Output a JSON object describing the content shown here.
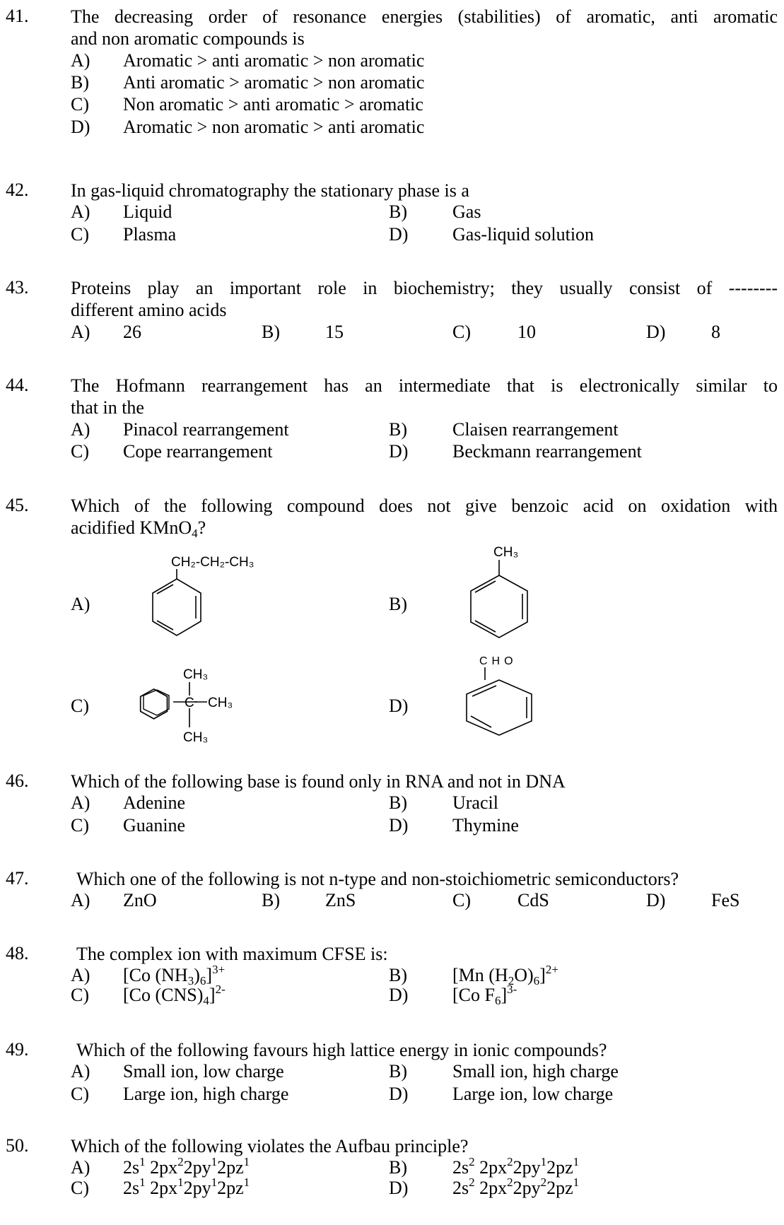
{
  "questions": [
    {
      "num": "41.",
      "stem_line1": "The decreasing order of resonance energies (stabilities) of aromatic, anti aromatic",
      "stem_line2": "and non aromatic compounds is",
      "options": [
        {
          "label": "A)",
          "text": "Aromatic  > anti aromatic > non aromatic"
        },
        {
          "label": "B)",
          "text": "Anti aromatic > aromatic > non aromatic"
        },
        {
          "label": "C)",
          "text": "Non aromatic > anti aromatic > aromatic"
        },
        {
          "label": "D)",
          "text": "Aromatic > non aromatic > anti aromatic"
        }
      ]
    },
    {
      "num": "42.",
      "stem": "In gas-liquid chromatography the stationary phase is a",
      "options": [
        {
          "label": "A)",
          "text": "Liquid"
        },
        {
          "label": "B)",
          "text": "Gas"
        },
        {
          "label": "C)",
          "text": "Plasma"
        },
        {
          "label": "D)",
          "text": "Gas-liquid solution"
        }
      ]
    },
    {
      "num": "43.",
      "stem_line1": "Proteins play an important role in biochemistry; they usually consist of --------",
      "stem_line2": "different amino acids",
      "options": [
        {
          "label": "A)",
          "text": "26"
        },
        {
          "label": "B)",
          "text": "15"
        },
        {
          "label": "C)",
          "text": "10"
        },
        {
          "label": "D)",
          "text": "8"
        }
      ]
    },
    {
      "num": "44.",
      "stem_line1": "The Hofmann rearrangement has an intermediate that is electronically similar to",
      "stem_line2": "that in the",
      "options": [
        {
          "label": "A)",
          "text": "Pinacol rearrangement"
        },
        {
          "label": "B)",
          "text": "Claisen rearrangement"
        },
        {
          "label": "C)",
          "text": "Cope rearrangement"
        },
        {
          "label": "D)",
          "text": "Beckmann rearrangement"
        }
      ]
    },
    {
      "num": "45.",
      "stem_line1": "Which of the following compound does not give benzoic acid on oxidation with",
      "stem_line2_a": "acidified KMnO",
      "stem_line2_sub": "4",
      "stem_line2_b": "?",
      "options": [
        {
          "label": "A)",
          "substituent": "CH₂-CH₂-CH₃"
        },
        {
          "label": "B)",
          "substituent": "CH₃"
        },
        {
          "label": "C)",
          "substituent": "CH₃",
          "center": "C",
          "right": "CH₃",
          "bottom": "CH₃"
        },
        {
          "label": "D)",
          "substituent": "CHO"
        }
      ]
    },
    {
      "num": "46.",
      "stem": "Which of the following base is found only in RNA and not in DNA",
      "options": [
        {
          "label": "A)",
          "text": "Adenine"
        },
        {
          "label": "B)",
          "text": "Uracil"
        },
        {
          "label": "C)",
          "text": "Guanine"
        },
        {
          "label": "D)",
          "text": "Thymine"
        }
      ]
    },
    {
      "num": "47.",
      "stem": "Which one of the following is not n-type and non-stoichiometric semiconductors?",
      "options": [
        {
          "label": "A)",
          "text": "ZnO"
        },
        {
          "label": "B)",
          "text": "ZnS"
        },
        {
          "label": "C)",
          "text": "CdS"
        },
        {
          "label": "D)",
          "text": "FeS"
        }
      ]
    },
    {
      "num": "48.",
      "stem": "The complex ion with maximum CFSE is:",
      "options": [
        {
          "label": "A)",
          "p1": "[Co (NH",
          "s1": "3",
          "p2": ")",
          "s2": "6",
          "p3": "]",
          "sup": "3+"
        },
        {
          "label": "B)",
          "p1": "[Mn (H",
          "s1": "2",
          "p2": "O)",
          "s2": "6",
          "p3": "]",
          "sup": "2+"
        },
        {
          "label": "C)",
          "p1": "[Co (CNS)",
          "s1": "4",
          "p2": "]",
          "sup": "2-"
        },
        {
          "label": "D)",
          "p1": "[Co F",
          "s1": "6",
          "p2": "]",
          "sup": "3-"
        }
      ]
    },
    {
      "num": "49.",
      "stem": "Which of the following favours high lattice energy in ionic compounds?",
      "options": [
        {
          "label": "A)",
          "text": "Small ion, low charge"
        },
        {
          "label": "B)",
          "text": "Small ion, high charge"
        },
        {
          "label": "C)",
          "text": "Large ion, high charge"
        },
        {
          "label": "D)",
          "text": "Large ion, low charge"
        }
      ]
    },
    {
      "num": "50.",
      "stem": "Which of the following violates the Aufbau principle?",
      "options": [
        {
          "label": "A)",
          "c1": "2s",
          "e1": "1",
          "c2": " 2px",
          "e2": "2",
          "c3": "2py",
          "e3": "1",
          "c4": "2pz",
          "e4": "1"
        },
        {
          "label": "B)",
          "c1": "2s",
          "e1": "2",
          "c2": " 2px",
          "e2": "2",
          "c3": "2py",
          "e3": "1",
          "c4": "2pz",
          "e4": "1"
        },
        {
          "label": "C)",
          "c1": "2s",
          "e1": "1",
          "c2": " 2px",
          "e2": "1",
          "c3": "2py",
          "e3": "1",
          "c4": "2pz",
          "e4": "1"
        },
        {
          "label": "D)",
          "c1": "2s",
          "e1": "2",
          "c2": " 2px",
          "e2": "2",
          "c3": "2py",
          "e3": "2",
          "c4": "2pz",
          "e4": "1"
        }
      ]
    }
  ]
}
